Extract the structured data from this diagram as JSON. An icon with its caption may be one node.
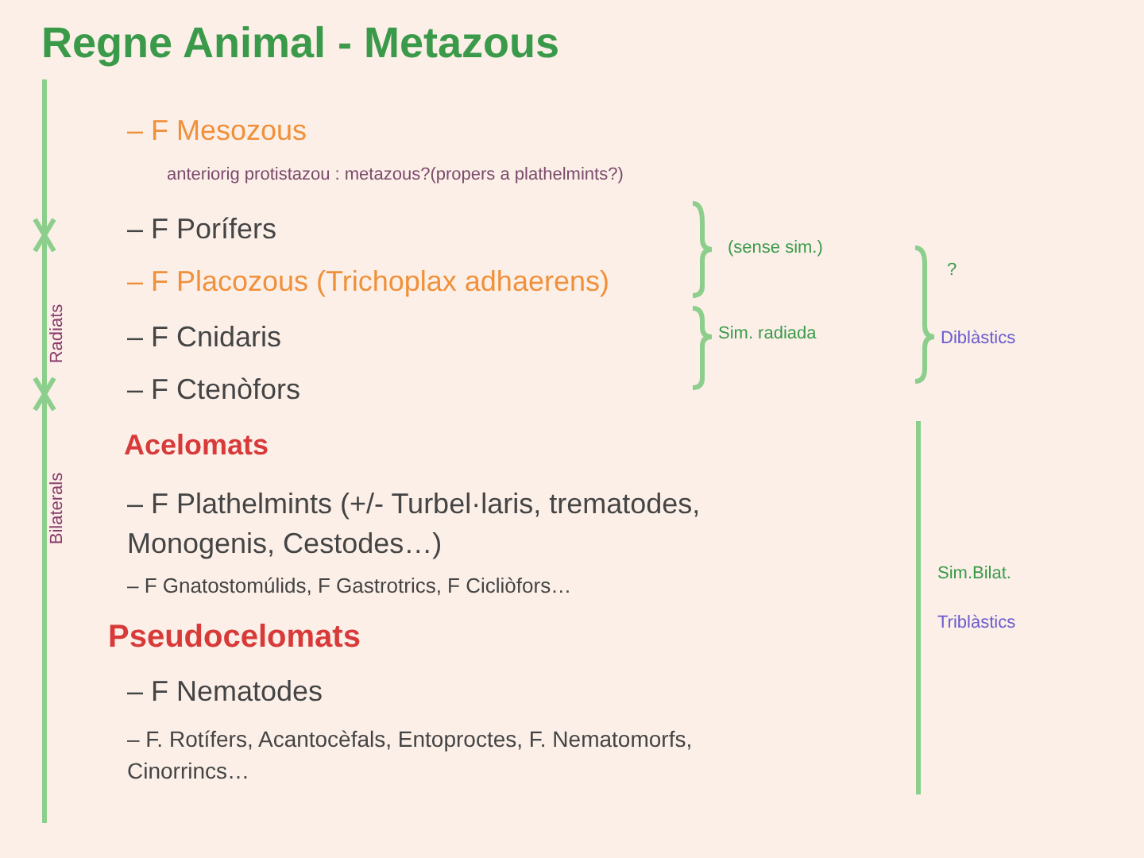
{
  "diagram": {
    "title": "Regne Animal - Metazous",
    "labels": [
      "– F Mesozous",
      "anteriorig protistazou : metazous?(propers a plathelmints?)",
      "– F Porífers",
      "(sense sim.)",
      "?",
      "– F Placozous (Trichoplax adhaerens)",
      "Radiats",
      "– F Cnidaris",
      "Sim. radiada",
      "Diblàstics",
      "– F Ctenòfors",
      "Acelomats",
      "Bilaterals",
      "– F Plathelmints (+/- Turbel·laris, trematodes, Monogenis, Cestodes…)",
      "– F Gnatostomúlids, F Gastrotrics, F Cicliòfors…",
      "Sim.Bilat.",
      "Triblàstics",
      "Pseudocelomats",
      "– F Nematodes",
      "– F. Rotífers, Acantocèfals, Entoproctes, F. Nematomorfs, Cinorrincs…"
    ]
  }
}
